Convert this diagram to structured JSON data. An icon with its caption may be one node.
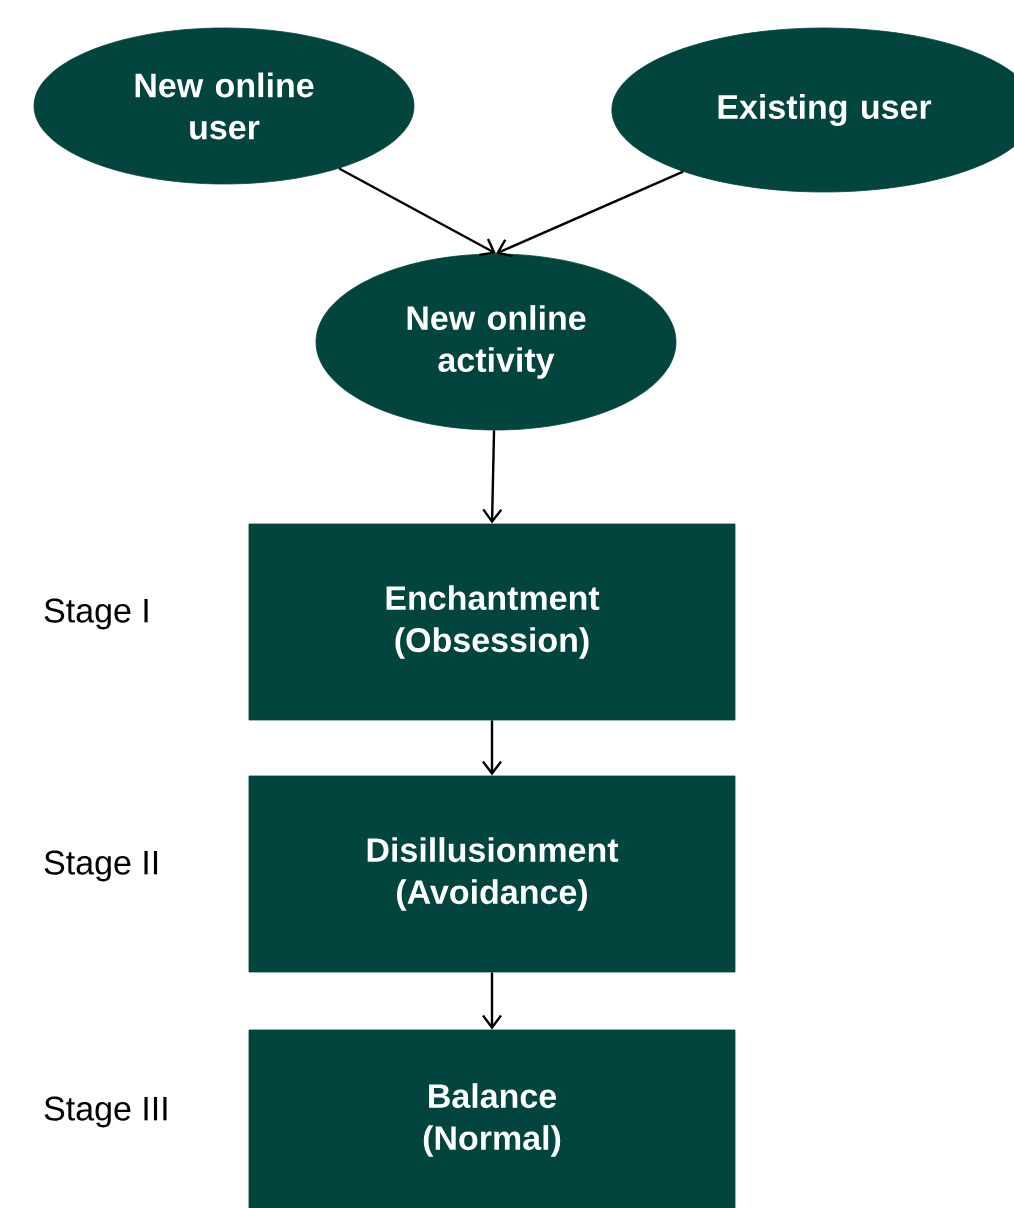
{
  "diagram": {
    "nodes": [
      {
        "text": [
          "New online user"
        ]
      },
      {
        "text": [
          "Existing user"
        ]
      },
      {
        "text": [
          "New online activity"
        ]
      },
      {
        "text": [
          "Enchantment (Obsession)"
        ],
        "beside": [
          "Stage I"
        ]
      },
      {
        "text": [
          "Disillusionment (Avoidance)"
        ],
        "beside": [
          "Stage II"
        ]
      },
      {
        "text": [
          "Balance (Normal)"
        ],
        "beside": [
          "Stage III"
        ]
      }
    ],
    "edges": [
      {
        "from": 0,
        "to": 2,
        "arrow": "to"
      },
      {
        "from": 1,
        "to": 2,
        "arrow": "to"
      },
      {
        "from": 2,
        "to": 3,
        "arrow": "to"
      },
      {
        "from": 3,
        "to": 4,
        "arrow": "to"
      },
      {
        "from": 4,
        "to": 5,
        "arrow": "to"
      }
    ]
  }
}
